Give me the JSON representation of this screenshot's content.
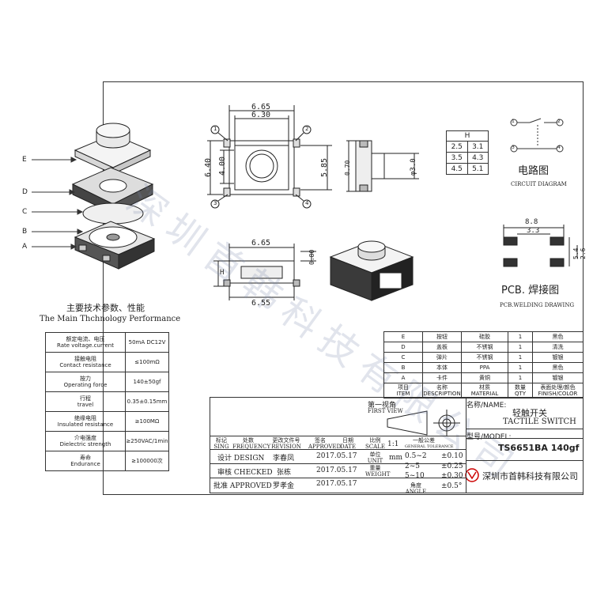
{
  "watermark": "深圳首韩科技有限公司",
  "explode_labels": [
    "E",
    "D",
    "C",
    "B",
    "A"
  ],
  "top_view": {
    "w_outer": "6.65",
    "w_inner": "6.30",
    "h_left": "6.40",
    "h_inner": "4.00",
    "h_right": "5.85",
    "pin1": "1",
    "pin2": "2",
    "pin3": "3",
    "pin4": "4"
  },
  "side_view": {
    "dia": "φ3.0",
    "h": "0.70"
  },
  "h_table": {
    "header": "H",
    "rows": [
      [
        "2.5",
        "3.1"
      ],
      [
        "3.5",
        "4.3"
      ],
      [
        "4.5",
        "5.1"
      ]
    ]
  },
  "circuit": {
    "cn": "电路图",
    "en": "CIRCUIT DIAGRAM",
    "p1": "1",
    "p2": "2",
    "p3": "3",
    "p4": "4"
  },
  "front_view": {
    "w_top": "6.65",
    "w_bottom": "6.55",
    "h": "H",
    "h2": "0.80"
  },
  "pcb": {
    "cn": "PCB. 焊接图",
    "en": "PCB.WELDING DRAWING",
    "w": "8.8",
    "w2": "3.3",
    "h": "5.4",
    "h2": "2.6"
  },
  "spec": {
    "title_cn": "主要技术参数、性能",
    "title_en": "The Main Thchnology Performance",
    "rows": [
      {
        "cn": "额定电流、电压",
        "en": "Rate voltage.current",
        "val": "50mA DC12V"
      },
      {
        "cn": "接触电阻",
        "en": "Contact resistance",
        "val": "≤100mΩ"
      },
      {
        "cn": "按力",
        "en": "Operating force",
        "val": "140±50gf"
      },
      {
        "cn": "行程",
        "en": "travel",
        "val": "0.35±0.15mm"
      },
      {
        "cn": "绝缘电阻",
        "en": "Insulated resistance",
        "val": "≥100MΩ"
      },
      {
        "cn": "介电强度",
        "en": "Dielectric strength",
        "val": "≥250VAC/1min"
      },
      {
        "cn": "寿命",
        "en": "Endurance",
        "val": "≥100000次"
      }
    ]
  },
  "bom": {
    "rows": [
      [
        "E",
        "按钮",
        "硅胶",
        "1",
        "黑色"
      ],
      [
        "D",
        "盖板",
        "不锈钢",
        "1",
        "清洗"
      ],
      [
        "C",
        "弹片",
        "不锈钢",
        "1",
        "镀银"
      ],
      [
        "B",
        "本体",
        "PPA",
        "1",
        "黑色"
      ],
      [
        "A",
        "卡件",
        "黄铜",
        "1",
        "镀银"
      ]
    ],
    "header": {
      "item_cn": "项目",
      "item_en": "ITEM",
      "desc_cn": "名称",
      "desc_en": "DESCRIPTION",
      "mat_cn": "材质",
      "mat_en": "MATERIAL",
      "qty_cn": "数量",
      "qty_en": "QTY",
      "fin_cn": "表面处理/颜色",
      "fin_en": "FINISH/COLOR"
    }
  },
  "title_block": {
    "first_view_cn": "第一视角",
    "first_view_en": "FIRST VIEW",
    "name_label": "名称/NAME:",
    "name_cn": "轻触开关",
    "name_en": "TACTILE SWITCH",
    "model_label": "型号/MODEL:",
    "model": "TS6651BA 140gf",
    "company": "深圳市首韩科技有限公司",
    "rev_headers": [
      "标记 SING",
      "处数 FREQUENCY",
      "更改文件号 REVISION",
      "签名 APPROVED",
      "日期 DATE"
    ],
    "scale_label": "比例 SCALE",
    "scale": "1:1",
    "unit_label": "单位 UNIT",
    "unit": "mm",
    "weight_label": "重量 WEIGHT",
    "tol_label_cn": "一般公差",
    "tol_label_en": "GENERAL TOLERANCE",
    "angle_label": "角度 ANGLE",
    "tols": [
      [
        "0.5~2",
        "±0.10"
      ],
      [
        "2~5",
        "±0.25"
      ],
      [
        "5~10",
        "±0.30"
      ],
      [
        "",
        "±0.5°"
      ]
    ],
    "sign_rows": [
      {
        "role": "设计 DESIGN",
        "name": "李春凤",
        "date": "2017.05.17"
      },
      {
        "role": "审核 CHECKED",
        "name": "张栋",
        "date": "2017.05.17"
      },
      {
        "role": "批准 APPROVED",
        "name": "罗孝金",
        "date": "2017.05.17"
      }
    ]
  }
}
